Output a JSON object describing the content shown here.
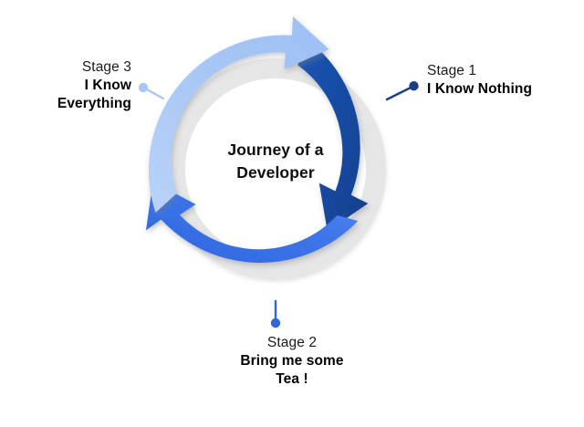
{
  "diagram": {
    "title": "Journey of a Developer",
    "title_lines": [
      "Journey of a",
      "Developer"
    ],
    "type": "cycle",
    "background_color": "#ffffff",
    "center": {
      "white_circle_color": "#ffffff",
      "gray_ring_color": "#e6e6e6"
    },
    "stages": [
      {
        "id": "stage-1",
        "stage_label": "Stage 1",
        "text": "I Know Nothing",
        "text_lines": [
          "I Know Nothing"
        ],
        "color": "#1549a0",
        "position": "right",
        "align": "left"
      },
      {
        "id": "stage-2",
        "stage_label": "Stage 2",
        "text": "Bring me some Tea !",
        "text_lines": [
          "Bring me some",
          "Tea !"
        ],
        "color": "#3b73e8",
        "position": "bottom",
        "align": "center"
      },
      {
        "id": "stage-3",
        "stage_label": "Stage 3",
        "text": "I Know Everything",
        "text_lines": [
          "I Know",
          "Everything"
        ],
        "color": "#a7c6f5",
        "position": "left",
        "align": "right"
      }
    ]
  }
}
